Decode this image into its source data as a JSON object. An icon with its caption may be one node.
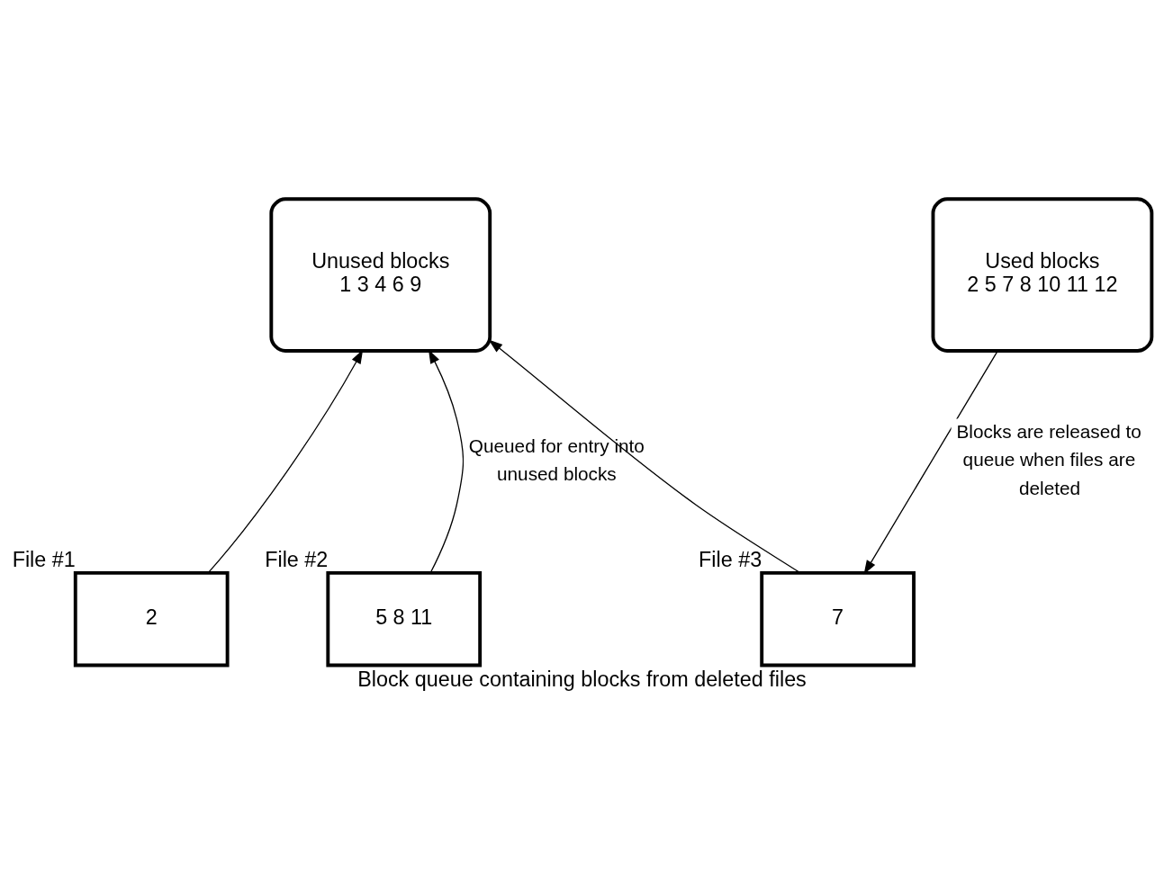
{
  "diagram": {
    "caption": "Block queue containing blocks from deleted files",
    "nodes": [
      {
        "text": [
          "Unused blocks",
          "1 3 4 6 9"
        ]
      },
      {
        "text": [
          "Used blocks",
          "2 5 7 8 10 11 12"
        ]
      },
      {
        "text": [
          "2"
        ],
        "beside": [
          "File #1"
        ]
      },
      {
        "text": [
          "5 8 11"
        ],
        "beside": [
          "File #2"
        ]
      },
      {
        "text": [
          "7"
        ],
        "beside": [
          "File #3"
        ]
      }
    ],
    "edges": [
      {
        "from": 2,
        "to": 0,
        "arrow": "to"
      },
      {
        "from": 3,
        "to": 0,
        "arrow": "to",
        "label": "Queued for entry into unused blocks"
      },
      {
        "from": 4,
        "to": 0,
        "arrow": "to"
      },
      {
        "from": 1,
        "to": 4,
        "arrow": "to",
        "label": "Blocks are released to queue when files are deleted"
      }
    ]
  }
}
